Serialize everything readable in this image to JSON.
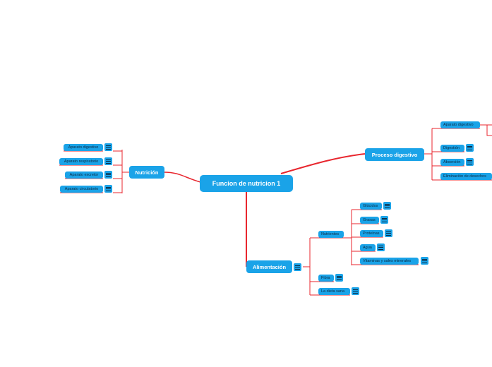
{
  "mindmap": {
    "root": "Funcion de nutricion 1",
    "nutricion": {
      "label": "Nutrición",
      "children": [
        "Aparato digestivo",
        "Aparato respiratorio",
        "Aparato excretor",
        "Aparato circulatorio"
      ]
    },
    "proceso": {
      "label": "Proceso digestivo",
      "children": [
        "Aparato digestivo",
        "Digestión",
        "Absorción",
        "Eliminación de desechos"
      ]
    },
    "alimentacion": {
      "label": "Alimentación",
      "nutrientes": {
        "label": "Nutrientes",
        "children": [
          "Glúcidos",
          "Grasas",
          "Proteínas",
          "Agua",
          "Vitaminas y sales minerales"
        ]
      },
      "fibra": "Fibra",
      "dieta": "La dieta sana"
    }
  },
  "colors": {
    "node": "#1aa3e8",
    "link": "#e8262e",
    "leaf_text": "#0b2b44",
    "background": "#ffffff"
  },
  "icons": {
    "note": "note-icon"
  }
}
